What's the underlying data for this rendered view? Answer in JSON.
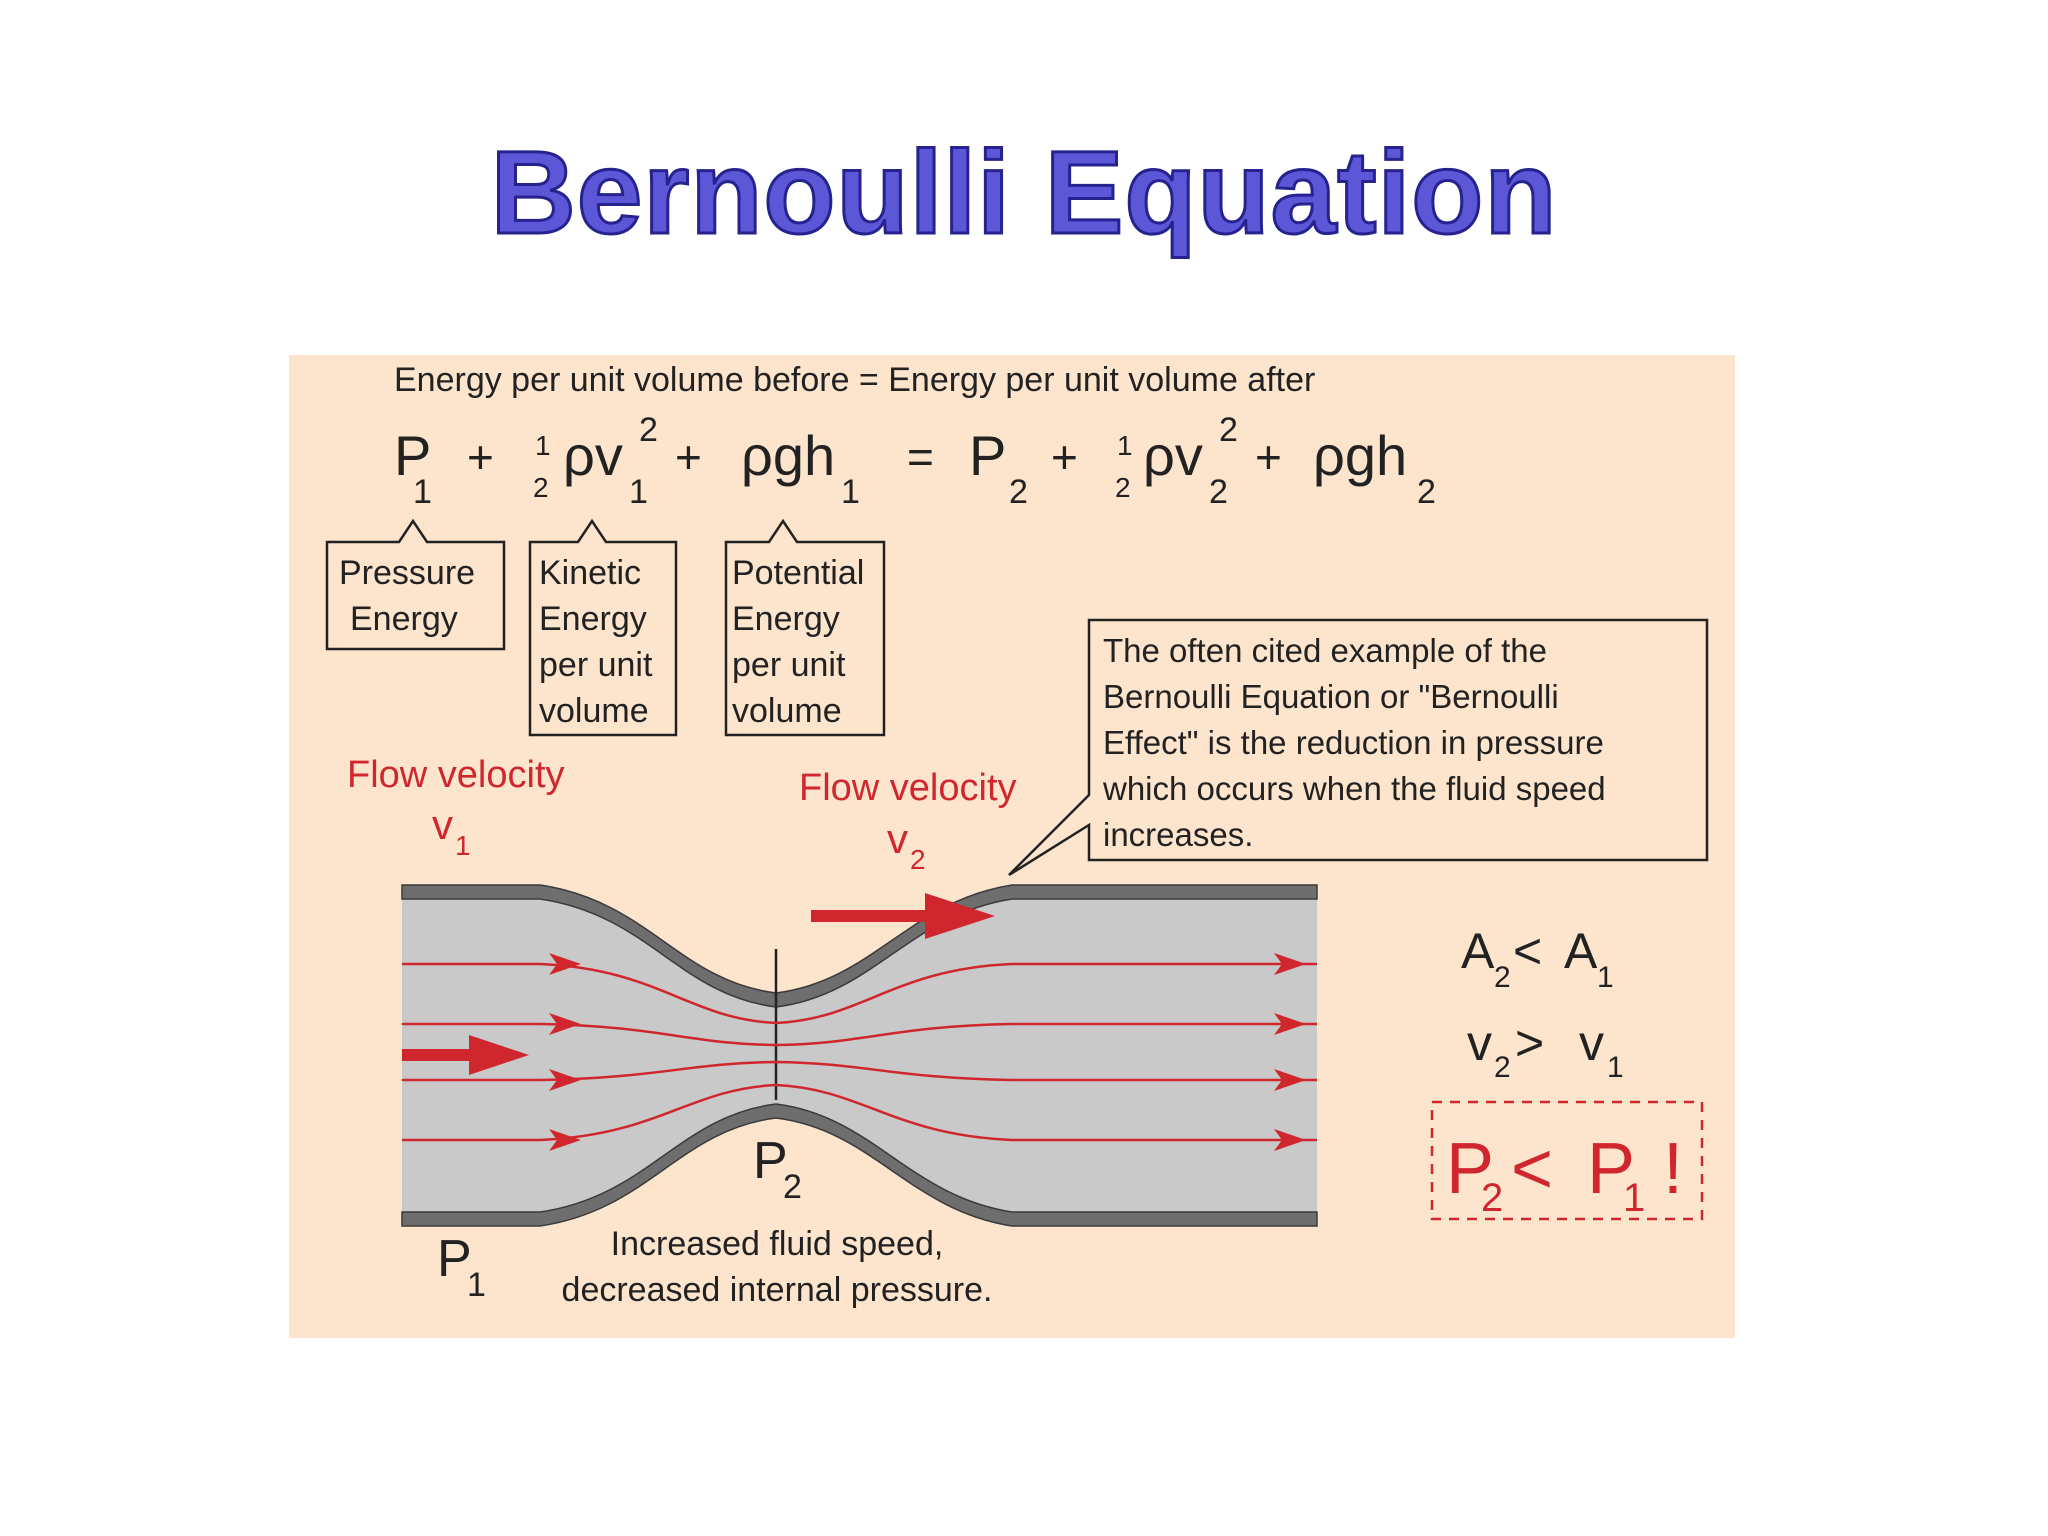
{
  "title": "Bernoulli Equation",
  "header": "Energy per unit volume before = Energy per unit volume after",
  "equation": {
    "P": "P",
    "plus": "+",
    "equals": "=",
    "half_num": "1",
    "half_den": "2",
    "rho_v": "ρv",
    "rho_g_h": "ρgh",
    "sub1": "1",
    "sub2": "2",
    "sup2": "2"
  },
  "boxes": {
    "pressure": [
      "Pressure",
      "Energy"
    ],
    "kinetic": [
      "Kinetic",
      "Energy",
      "per unit",
      "volume"
    ],
    "potential": [
      "Potential",
      "Energy",
      "per unit",
      "volume"
    ]
  },
  "note": [
    "The often cited example of the",
    "Bernoulli Equation or \"Bernoulli",
    "Effect\" is the reduction in pressure",
    "which occurs when the fluid speed",
    "increases."
  ],
  "flow1": {
    "label": "Flow velocity",
    "var": "v",
    "sub": "1"
  },
  "flow2": {
    "label": "Flow velocity",
    "var": "v",
    "sub": "2"
  },
  "pressure_labels": {
    "p1_var": "P",
    "p1_sub": "1",
    "p2_var": "P",
    "p2_sub": "2"
  },
  "caption": [
    "Increased fluid speed,",
    "decreased internal pressure."
  ],
  "relations": {
    "area": {
      "a2": "A",
      "a2_sub": "2",
      "op": "<",
      "a1": "A",
      "a1_sub": "1"
    },
    "velocity": {
      "v2": "v",
      "v2_sub": "2",
      "op": ">",
      "v1": "v",
      "v1_sub": "1"
    },
    "pressure": {
      "p2": "P",
      "p2_sub": "2",
      "op": "<",
      "p1": "P",
      "p1_sub": "1",
      "bang": "!"
    }
  },
  "colors": {
    "title": "#5b57d6",
    "title_outline": "#26228f",
    "background": "#fce5cc",
    "fluid": "#c9c9c9",
    "pipe_wall": "#6e6e6e",
    "streamline": "#d0262e"
  }
}
